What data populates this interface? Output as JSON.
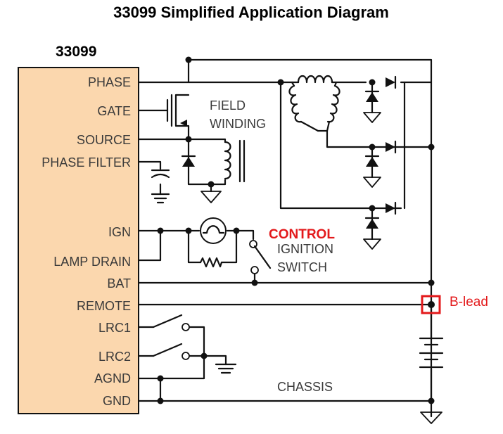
{
  "title": "33099 Simplified Application Diagram",
  "chip": {
    "name": "33099",
    "fill_color": "#fbd7ae",
    "pins": [
      "PHASE",
      "GATE",
      "SOURCE",
      "PHASE FILTER",
      "IGN",
      "LAMP DRAIN",
      "BAT",
      "REMOTE",
      "LRC1",
      "LRC2",
      "AGND",
      "GND"
    ]
  },
  "labels": {
    "field_winding_1": "FIELD",
    "field_winding_2": "WINDING",
    "control": "CONTROL",
    "ignition_switch_1": "IGNITION",
    "ignition_switch_2": "SWITCH",
    "chassis": "CHASSIS",
    "b_lead": "B-lead"
  },
  "colors": {
    "highlight": "#e3191b",
    "wire": "#111111"
  }
}
